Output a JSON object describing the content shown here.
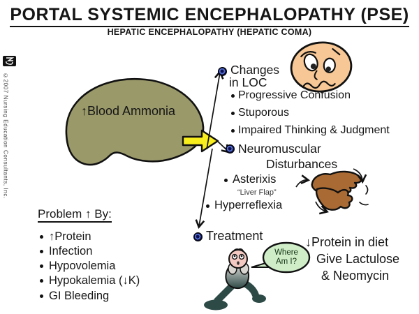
{
  "header": {
    "title": "PORTAL SYSTEMIC ENCEPHALOPATHY (PSE)",
    "subtitle": "HEPATIC ENCEPHALOPATHY (HEPATIC COMA)"
  },
  "sidebar": {
    "copyright": "©2007 Nursing Education Consultants, Inc.",
    "logo_icon": "nec-logo"
  },
  "liver": {
    "label": "↑Blood Ammonia"
  },
  "loc": {
    "line1": "Changes",
    "line2": "in LOC",
    "items": [
      "Progressive Confusion",
      "Stuporous",
      "Impaired Thinking & Judgment"
    ]
  },
  "neuro": {
    "line1": "Neuromuscular",
    "line2": "Disturbances",
    "asterixis": "Asterixis",
    "asterixis_note": "“Liver Flap”",
    "hyperreflexia": "Hyperreflexia"
  },
  "problem": {
    "heading": "Problem ↑ By:",
    "items": [
      "↑Protein",
      "Infection",
      "Hypovolemia",
      "Hypokalemia (↓K)",
      "GI Bleeding"
    ]
  },
  "treatment": {
    "heading": "Treatment",
    "speech_line1": "Where",
    "speech_line2": "Am I?",
    "lines": [
      "↓Protein in diet",
      "Give Lactulose",
      "& Neomycin"
    ]
  },
  "colors": {
    "liver": "#9a996a",
    "arrow_yellow": "#f8ee1e",
    "face_skin": "#f7c795",
    "hands_brown": "#a96a33",
    "bubble_green": "#cfeec8",
    "figure_dark": "#2e4a47",
    "bullet_blue": "#4f6ccd",
    "ink": "#161616"
  }
}
